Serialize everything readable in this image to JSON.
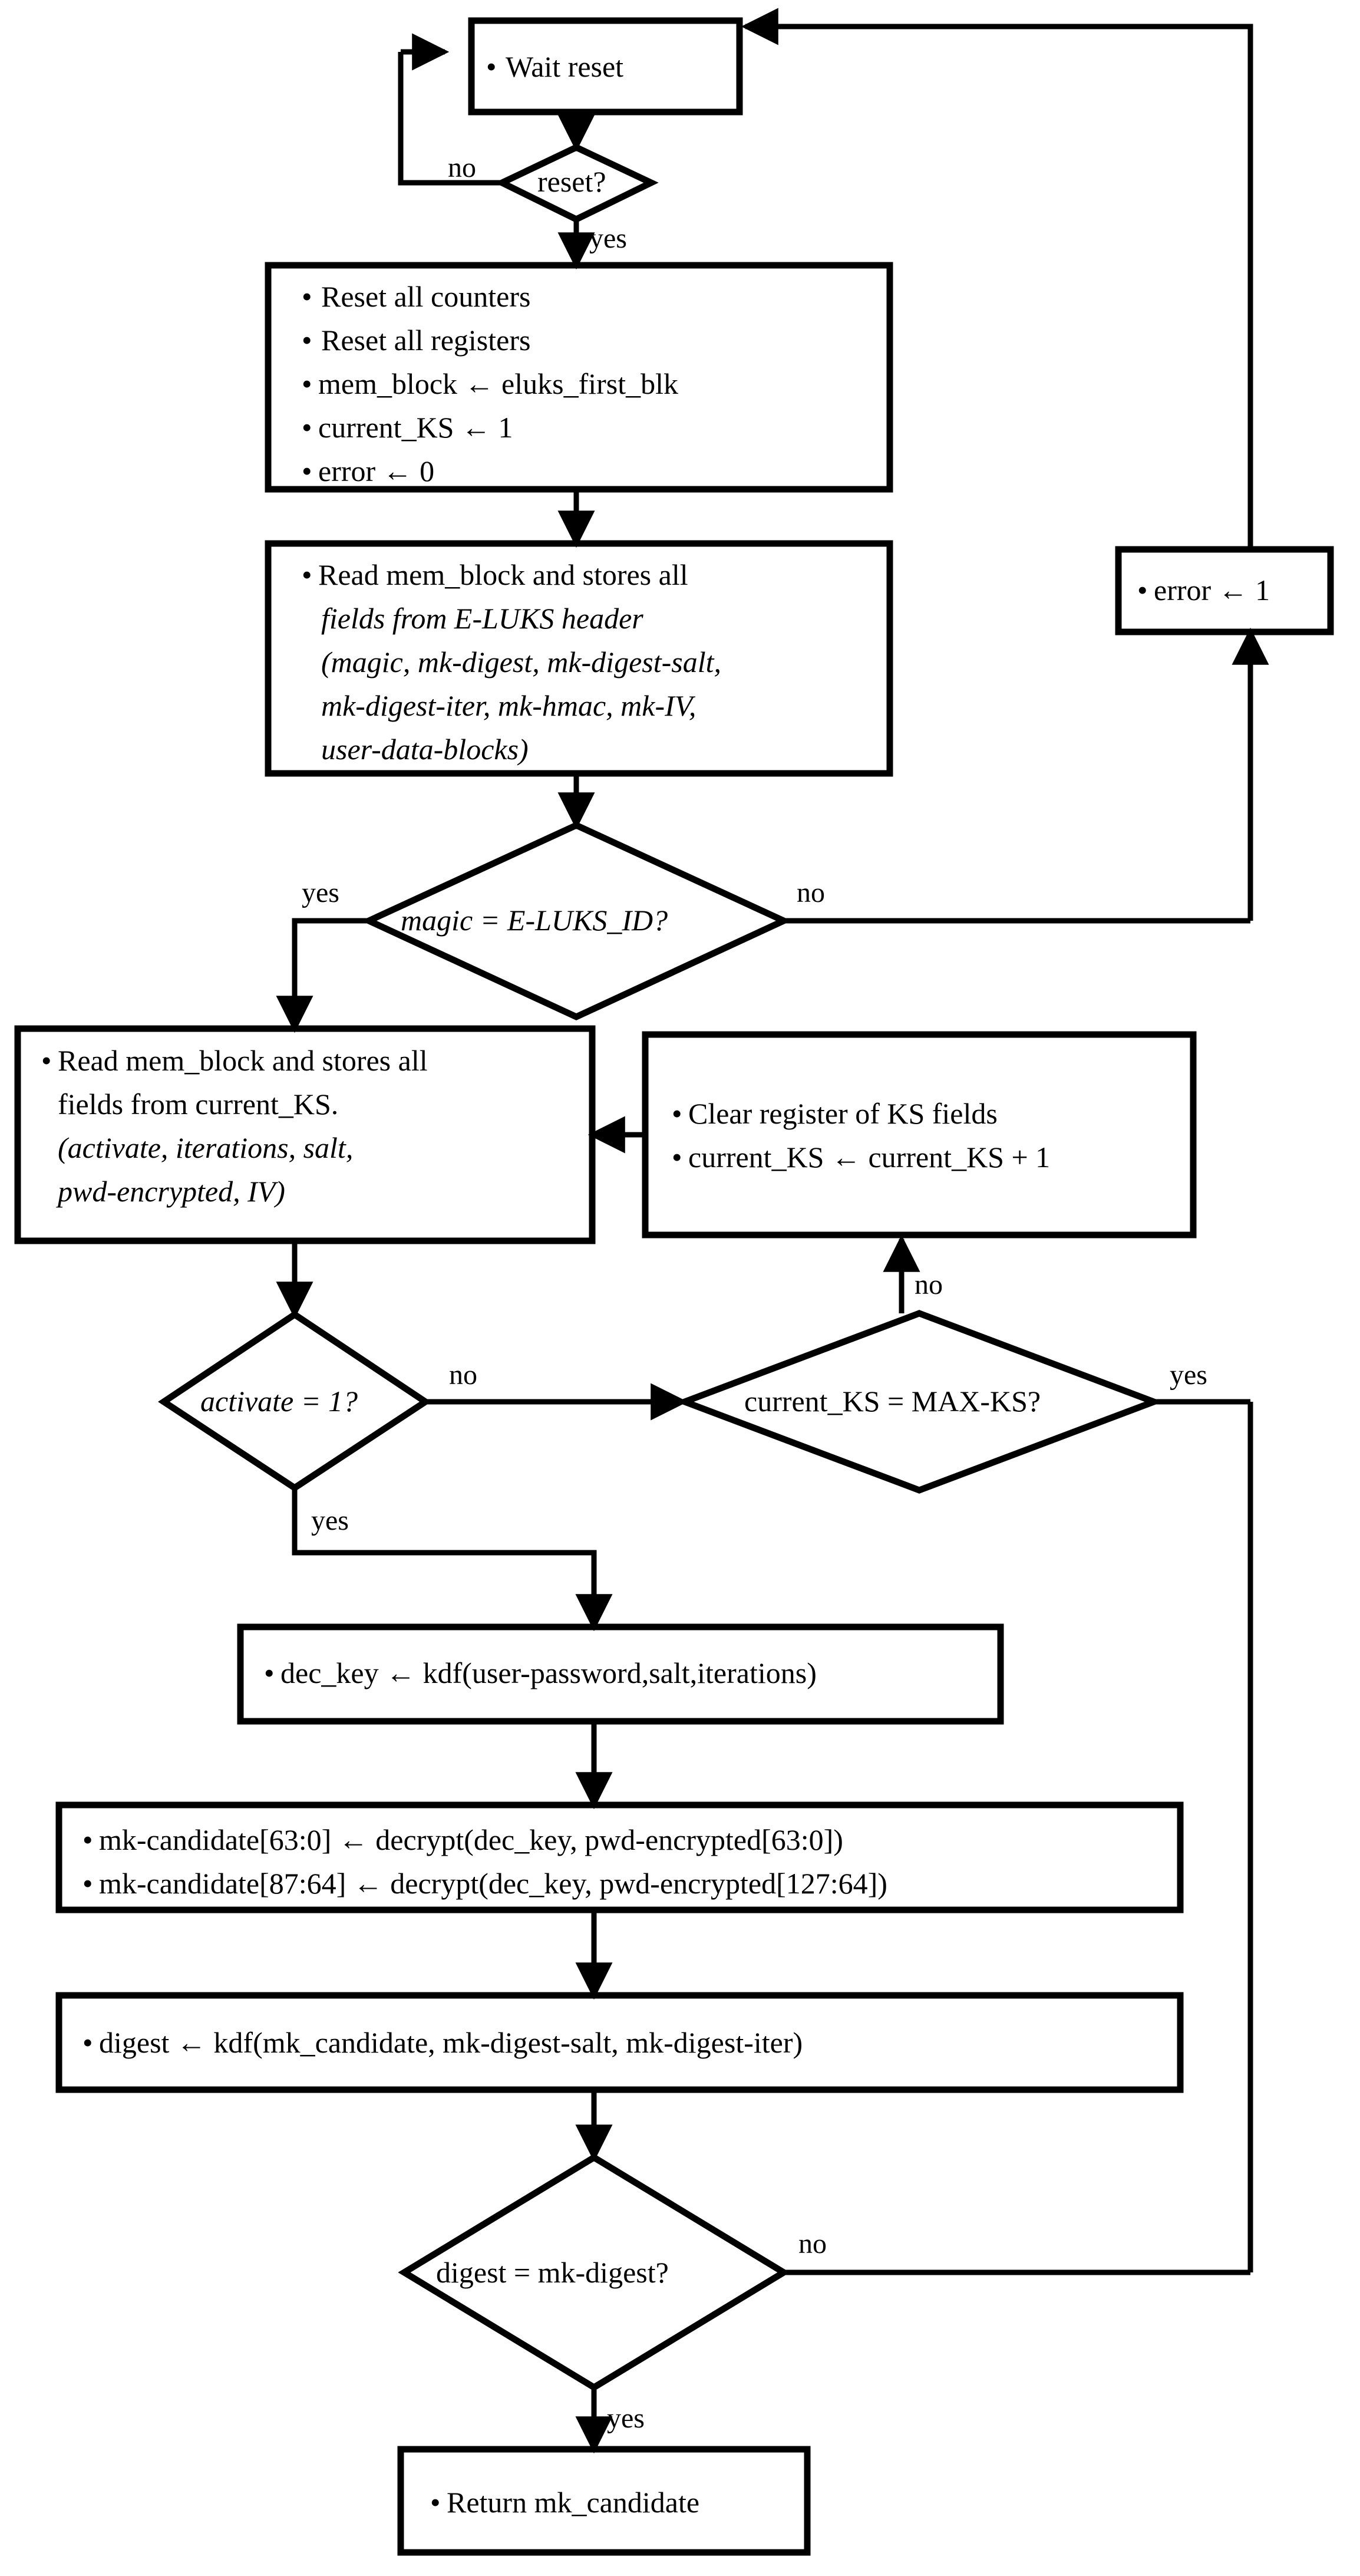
{
  "diagram": {
    "title": "E-LUKS master key recovery flowchart",
    "colors": {
      "stroke": "#000000",
      "fill": "#ffffff",
      "text": "#000000"
    },
    "nodes": {
      "wait_reset": {
        "type": "process",
        "lines": [
          "Wait reset"
        ]
      },
      "reset_q": {
        "type": "decision",
        "label": "reset?"
      },
      "init": {
        "type": "process",
        "lines": [
          "Reset all counters",
          "Reset all registers",
          "mem_block ← eluks_first_blk",
          "current_KS ← 1",
          "error ← 0"
        ]
      },
      "read_header": {
        "type": "process",
        "lines": [
          "Read mem_block and stores all",
          "fields from E-LUKS header",
          "(magic, mk-digest, mk-digest-salt,",
          "mk-digest-iter, mk-hmac, mk-IV,",
          "user-data-blocks)"
        ]
      },
      "magic_q": {
        "type": "decision",
        "label": "magic = E-LUKS_ID?"
      },
      "error_set": {
        "type": "process",
        "lines": [
          "error ← 1"
        ]
      },
      "read_ks": {
        "type": "process",
        "lines": [
          "Read mem_block and stores all",
          "fields from current_KS.",
          "(activate, iterations, salt,",
          "pwd-encrypted, IV)"
        ]
      },
      "clear_ks": {
        "type": "process",
        "lines": [
          "Clear register of KS  fields",
          "current_KS ← current_KS + 1"
        ]
      },
      "activate_q": {
        "type": "decision",
        "label": "activate = 1?"
      },
      "maxks_q": {
        "type": "decision",
        "label": "current_KS = MAX-KS?"
      },
      "dec_key": {
        "type": "process",
        "lines": [
          "dec_key ← kdf(user-password,salt,iterations)"
        ]
      },
      "mk_candidate": {
        "type": "process",
        "lines": [
          "mk-candidate[63:0] ← decrypt(dec_key, pwd-encrypted[63:0])",
          "mk-candidate[87:64] ← decrypt(dec_key, pwd-encrypted[127:64])"
        ]
      },
      "digest_calc": {
        "type": "process",
        "lines": [
          "digest ← kdf(mk_candidate, mk-digest-salt, mk-digest-iter)"
        ]
      },
      "digest_q": {
        "type": "decision",
        "label": "digest = mk-digest?"
      },
      "return_mk": {
        "type": "process",
        "lines": [
          "Return mk_candidate"
        ]
      }
    },
    "edge_labels": {
      "reset_no": "no",
      "reset_yes": "yes",
      "magic_yes": "yes",
      "magic_no": "no",
      "activate_no": "no",
      "activate_yes": "yes",
      "maxks_no": "no",
      "maxks_yes": "yes",
      "digest_no": "no",
      "digest_yes": "yes"
    }
  }
}
